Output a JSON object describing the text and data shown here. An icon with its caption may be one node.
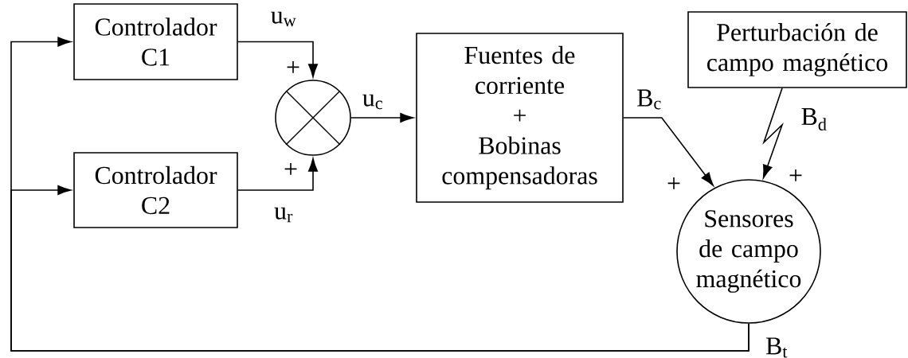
{
  "diagram": {
    "nodes": [
      {
        "text": [
          "Controlador C1"
        ]
      },
      {
        "text": [
          "Controlador C2"
        ]
      },
      {
        "text": [],
        "shape": "circle"
      },
      {
        "text": [
          "Fuentes de corriente",
          "+",
          "Bobinas compensadoras"
        ]
      },
      {
        "text": [
          "Perturbación de campo magnético"
        ]
      },
      {
        "text": [
          "Sensores de campo magnético"
        ]
      }
    ],
    "edges": [
      {
        "from": 0,
        "to": 2,
        "arrow": "to",
        "label": "u$_{w}$"
      },
      {
        "from": 1,
        "to": 2,
        "arrow": "to",
        "label": "u$_{r}$"
      },
      {
        "from": 2,
        "to": 3,
        "arrow": "to",
        "label": "u$_{c}$"
      },
      {
        "from": 3,
        "to": 5,
        "arrow": "to",
        "label": "B$_{c}$"
      },
      {
        "from": 4,
        "to": 5,
        "arrow": "to",
        "label": "B$_{d}$"
      },
      {
        "from": 5,
        "to": 0,
        "arrow": "to",
        "label": "B$_{t}$"
      },
      {
        "from": 5,
        "to": 1,
        "arrow": "to"
      }
    ],
    "labels": [
      "+",
      "+",
      "+",
      "+"
    ]
  }
}
